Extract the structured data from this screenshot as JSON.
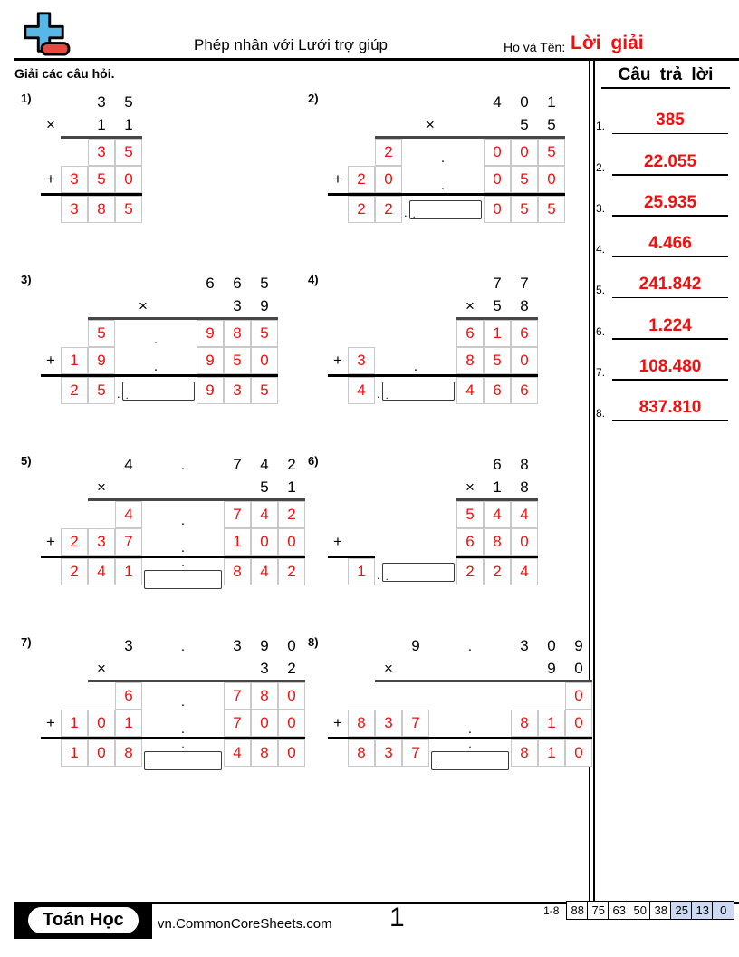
{
  "header": {
    "title": "Phép nhân với Lưới trợ giúp",
    "name_label": "Họ và Tên:",
    "name_value": "Lời giải"
  },
  "instruction": "Giải các câu hỏi.",
  "answers": {
    "title": "Câu trả lời",
    "items": [
      {
        "n": "1.",
        "v": "385"
      },
      {
        "n": "2.",
        "v": "22.055"
      },
      {
        "n": "3.",
        "v": "25.935"
      },
      {
        "n": "4.",
        "v": "4.466"
      },
      {
        "n": "5.",
        "v": "241.842"
      },
      {
        "n": "6.",
        "v": "1.224"
      },
      {
        "n": "7.",
        "v": "108.480"
      },
      {
        "n": "8.",
        "v": "837.810"
      }
    ]
  },
  "colors": {
    "accent_red": "#f20f0f",
    "score_highlight": "#ccd9f2",
    "grid_border": "#c9c9c9",
    "gray_line": "#474747",
    "logo_blue": "#56b7e8",
    "logo_red": "#e8493f"
  },
  "problems": [
    {
      "num": "1)",
      "a": "35",
      "b": "11",
      "partials": [
        "35",
        "350"
      ],
      "product": "385",
      "rows": [
        {
          "t": "top",
          "cells": [
            "es",
            "e",
            "n:3",
            "n:5"
          ]
        },
        {
          "t": "mult",
          "cells": [
            "s:×",
            "e",
            "n:1",
            "n:1"
          ]
        },
        {
          "t": "gline",
          "cells": [
            "es",
            "l",
            "l",
            "l"
          ]
        },
        {
          "t": "box",
          "cells": [
            "es",
            "e",
            "b:3",
            "b:5"
          ]
        },
        {
          "t": "box",
          "cells": [
            "s:+",
            "b:3",
            "b:5",
            "b:0"
          ]
        },
        {
          "t": "bline",
          "cells": [
            "l2",
            "l",
            "l",
            "l"
          ]
        },
        {
          "t": "box",
          "cells": [
            "es",
            "b:3",
            "b:8",
            "b:5"
          ]
        }
      ]
    },
    {
      "num": "2)",
      "a": "401",
      "b": "55",
      "partials": [
        "2.005",
        "20.050"
      ],
      "product": "22.055",
      "rows": [
        {
          "t": "top",
          "cells": [
            "es",
            "e",
            "e",
            "eg",
            "n:4",
            "n:0",
            "n:1"
          ]
        },
        {
          "t": "mult",
          "cells": [
            "es",
            "e",
            "e",
            "gx",
            "e",
            "n:5",
            "n:5"
          ]
        },
        {
          "t": "gline",
          "cells": [
            "es",
            "e",
            "l",
            "lg",
            "l",
            "l",
            "l"
          ]
        },
        {
          "t": "box",
          "cells": [
            "es",
            "e",
            "b:2",
            "g.",
            "b:0",
            "b:0",
            "b:5"
          ]
        },
        {
          "t": "box",
          "cells": [
            "s:+",
            "b:2",
            "b:0",
            "g.",
            "b:0",
            "b:5",
            "b:0"
          ]
        },
        {
          "t": "bline",
          "cells": [
            "l2",
            "l",
            "l",
            "lg",
            "l",
            "l",
            "l"
          ]
        },
        {
          "t": "box",
          "cells": [
            "es",
            "b:2",
            "b:2",
            "r",
            "b:0",
            "b:5",
            "b:5"
          ]
        }
      ]
    },
    {
      "num": "3)",
      "a": "665",
      "b": "39",
      "partials": [
        "5.985",
        "19.950"
      ],
      "product": "25.935",
      "rows": [
        {
          "t": "top",
          "cells": [
            "es",
            "e",
            "e",
            "eg",
            "n:6",
            "n:6",
            "n:5"
          ]
        },
        {
          "t": "mult",
          "cells": [
            "es",
            "e",
            "e",
            "gx",
            "e",
            "n:3",
            "n:9"
          ]
        },
        {
          "t": "gline",
          "cells": [
            "es",
            "e",
            "l",
            "lg",
            "l",
            "l",
            "l"
          ]
        },
        {
          "t": "box",
          "cells": [
            "es",
            "e",
            "b:5",
            "g.",
            "b:9",
            "b:8",
            "b:5"
          ]
        },
        {
          "t": "box",
          "cells": [
            "s:+",
            "b:1",
            "b:9",
            "g.",
            "b:9",
            "b:5",
            "b:0"
          ]
        },
        {
          "t": "bline",
          "cells": [
            "l2",
            "l",
            "l",
            "lg",
            "l",
            "l",
            "l"
          ]
        },
        {
          "t": "box",
          "cells": [
            "es",
            "b:2",
            "b:5",
            "r",
            "b:9",
            "b:3",
            "b:5"
          ]
        }
      ]
    },
    {
      "num": "4)",
      "a": "77",
      "b": "58",
      "partials": [
        "616",
        "3.850"
      ],
      "product": "4.466",
      "rows": [
        {
          "t": "top",
          "cells": [
            "es",
            "e",
            "eg",
            "e",
            "n:7",
            "n:7"
          ]
        },
        {
          "t": "mult",
          "cells": [
            "es",
            "e",
            "eg",
            "sx",
            "n:5",
            "n:8"
          ]
        },
        {
          "t": "gline",
          "cells": [
            "es",
            "e",
            "eg",
            "l",
            "l",
            "l"
          ]
        },
        {
          "t": "box",
          "cells": [
            "es",
            "e",
            "eg",
            "b:6",
            "b:1",
            "b:6"
          ]
        },
        {
          "t": "box",
          "cells": [
            "s:+",
            "b:3",
            "g.",
            "b:8",
            "b:5",
            "b:0"
          ]
        },
        {
          "t": "bline",
          "cells": [
            "l2",
            "l",
            "lg",
            "l",
            "l",
            "l"
          ]
        },
        {
          "t": "box",
          "cells": [
            "es",
            "b:4",
            "r",
            "b:4",
            "b:6",
            "b:6"
          ]
        }
      ]
    },
    {
      "num": "5)",
      "a": "4.742",
      "b": "51",
      "partials": [
        "4.742",
        "237.100"
      ],
      "product": "241.842",
      "rows": [
        {
          "t": "top",
          "cells": [
            "es",
            "e",
            "e",
            "n:4",
            "g.",
            "n:7",
            "n:4",
            "n:2"
          ]
        },
        {
          "t": "mult",
          "cells": [
            "es",
            "e",
            "sx",
            "e",
            "eg",
            "e",
            "n:5",
            "n:1"
          ]
        },
        {
          "t": "gline",
          "cells": [
            "es",
            "e",
            "l",
            "l",
            "lg",
            "l",
            "l",
            "l"
          ]
        },
        {
          "t": "box",
          "cells": [
            "es",
            "e",
            "e",
            "b:4",
            "g.",
            "b:7",
            "b:4",
            "b:2"
          ]
        },
        {
          "t": "box",
          "cells": [
            "s:+",
            "b:2",
            "b:3",
            "b:7",
            "g.",
            "b:1",
            "b:0",
            "b:0"
          ]
        },
        {
          "t": "bline",
          "cells": [
            "l2",
            "l",
            "l",
            "l",
            "lg",
            "l",
            "l",
            "l"
          ]
        },
        {
          "t": "box",
          "cells": [
            "es",
            "b:2",
            "b:4",
            "b:1",
            "r2",
            "b:8",
            "b:4",
            "b:2"
          ]
        }
      ]
    },
    {
      "num": "6)",
      "a": "68",
      "b": "18",
      "partials": [
        "544",
        "680"
      ],
      "product": "1.224",
      "rows": [
        {
          "t": "top",
          "cells": [
            "es",
            "e",
            "eg",
            "e",
            "n:6",
            "n:8"
          ]
        },
        {
          "t": "mult",
          "cells": [
            "es",
            "e",
            "eg",
            "sx",
            "n:1",
            "n:8"
          ]
        },
        {
          "t": "gline",
          "cells": [
            "es",
            "e",
            "eg",
            "l",
            "l",
            "l"
          ]
        },
        {
          "t": "box",
          "cells": [
            "es",
            "e",
            "eg",
            "b:5",
            "b:4",
            "b:4"
          ]
        },
        {
          "t": "box",
          "cells": [
            "s:+",
            "e",
            "eg",
            "b:6",
            "b:8",
            "b:0"
          ]
        },
        {
          "t": "bline",
          "cells": [
            "l2",
            "l",
            "eg",
            "l",
            "l",
            "l"
          ]
        },
        {
          "t": "box",
          "cells": [
            "es",
            "b:1",
            "r",
            "b:2",
            "b:2",
            "b:4"
          ]
        }
      ]
    },
    {
      "num": "7)",
      "a": "3.390",
      "b": "32",
      "partials": [
        "6.780",
        "101.700"
      ],
      "product": "108.480",
      "rows": [
        {
          "t": "top",
          "cells": [
            "es",
            "e",
            "e",
            "n:3",
            "g.",
            "n:3",
            "n:9",
            "n:0"
          ]
        },
        {
          "t": "mult",
          "cells": [
            "es",
            "e",
            "sx",
            "e",
            "eg",
            "e",
            "n:3",
            "n:2"
          ]
        },
        {
          "t": "gline",
          "cells": [
            "es",
            "e",
            "l",
            "l",
            "lg",
            "l",
            "l",
            "l"
          ]
        },
        {
          "t": "box",
          "cells": [
            "es",
            "e",
            "e",
            "b:6",
            "g.",
            "b:7",
            "b:8",
            "b:0"
          ]
        },
        {
          "t": "box",
          "cells": [
            "s:+",
            "b:1",
            "b:0",
            "b:1",
            "g.",
            "b:7",
            "b:0",
            "b:0"
          ]
        },
        {
          "t": "bline",
          "cells": [
            "l2",
            "l",
            "l",
            "l",
            "lg",
            "l",
            "l",
            "l"
          ]
        },
        {
          "t": "box",
          "cells": [
            "es",
            "b:1",
            "b:0",
            "b:8",
            "r2",
            "b:4",
            "b:8",
            "b:0"
          ]
        }
      ]
    },
    {
      "num": "8)",
      "a": "9.309",
      "b": "90",
      "partials": [
        "0",
        "837.810"
      ],
      "product": "837.810",
      "rows": [
        {
          "t": "top",
          "cells": [
            "es",
            "e",
            "e",
            "n:9",
            "g.",
            "n:3",
            "n:0",
            "n:9"
          ]
        },
        {
          "t": "mult",
          "cells": [
            "es",
            "e",
            "sx",
            "e",
            "eg",
            "e",
            "n:9",
            "n:0"
          ]
        },
        {
          "t": "gline",
          "cells": [
            "es",
            "e",
            "l",
            "l",
            "lg",
            "l",
            "l",
            "l"
          ]
        },
        {
          "t": "box",
          "cells": [
            "es",
            "e",
            "e",
            "e",
            "eg",
            "e",
            "e",
            "b:0"
          ]
        },
        {
          "t": "box",
          "cells": [
            "s:+",
            "b:8",
            "b:3",
            "b:7",
            "g.",
            "b:8",
            "b:1",
            "b:0"
          ]
        },
        {
          "t": "bline",
          "cells": [
            "l2",
            "l",
            "l",
            "l",
            "lg",
            "l",
            "l",
            "l"
          ]
        },
        {
          "t": "box",
          "cells": [
            "es",
            "b:8",
            "b:3",
            "b:7",
            "r2",
            "b:8",
            "b:1",
            "b:0"
          ]
        }
      ]
    }
  ],
  "footer": {
    "badge": "Toán Học",
    "site": "vn.CommonCoreSheets.com",
    "page": "1",
    "score_label": "1-8",
    "scores": [
      {
        "v": "88",
        "hl": false
      },
      {
        "v": "75",
        "hl": false
      },
      {
        "v": "63",
        "hl": false
      },
      {
        "v": "50",
        "hl": false
      },
      {
        "v": "38",
        "hl": false
      },
      {
        "v": "25",
        "hl": true
      },
      {
        "v": "13",
        "hl": true
      },
      {
        "v": "0",
        "hl": true
      }
    ]
  }
}
